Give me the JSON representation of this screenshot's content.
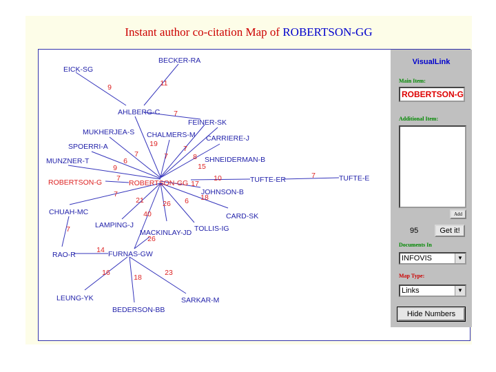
{
  "title": {
    "prefix": "Instant author co-citation Map of",
    "focus": "ROBERTSON-GG"
  },
  "map": {
    "nodes": [
      {
        "id": "robertson-gg-center",
        "label": "ROBERTSON-GG",
        "highlight": true
      },
      {
        "id": "eick-sg",
        "label": "EICK-SG"
      },
      {
        "id": "becker-ra",
        "label": "BECKER-RA"
      },
      {
        "id": "ahlberg-c",
        "label": "AHLBERG-C"
      },
      {
        "id": "feiner-sk",
        "label": "FEINER-SK"
      },
      {
        "id": "mukherjea-s",
        "label": "MUKHERJEA-S"
      },
      {
        "id": "chalmers-m",
        "label": "CHALMERS-M"
      },
      {
        "id": "carriere-j",
        "label": "CARRIERE-J"
      },
      {
        "id": "spoerri-a",
        "label": "SPOERRI-A"
      },
      {
        "id": "shneiderman-b",
        "label": "SHNEIDERMAN-B"
      },
      {
        "id": "munzner-t",
        "label": "MUNZNER-T"
      },
      {
        "id": "robertson-g",
        "label": "ROBERTSON-G",
        "highlight": true
      },
      {
        "id": "tufte-er",
        "label": "TUFTE-ER"
      },
      {
        "id": "tufte-e",
        "label": "TUFTE-E"
      },
      {
        "id": "johnson-b",
        "label": "JOHNSON-B"
      },
      {
        "id": "chuah-mc",
        "label": "CHUAH-MC"
      },
      {
        "id": "card-sk",
        "label": "CARD-SK"
      },
      {
        "id": "lamping-j",
        "label": "LAMPING-J"
      },
      {
        "id": "mackinlay-jd",
        "label": "MACKINLAY-JD"
      },
      {
        "id": "tollis-ig",
        "label": "TOLLIS-IG"
      },
      {
        "id": "rao-r",
        "label": "RAO-R"
      },
      {
        "id": "furnas-gw",
        "label": "FURNAS-GW"
      },
      {
        "id": "leung-yk",
        "label": "LEUNG-YK"
      },
      {
        "id": "bederson-bb",
        "label": "BEDERSON-BB"
      },
      {
        "id": "sarkar-m",
        "label": "SARKAR-M"
      }
    ],
    "edges": [
      {
        "id": "eick-ahlberg",
        "value": "9"
      },
      {
        "id": "becker-ahlberg",
        "value": "11"
      },
      {
        "id": "ahlberg-feiner",
        "value": "7"
      },
      {
        "id": "ahlberg-center",
        "value": "19"
      },
      {
        "id": "mukherjea-center",
        "value": "7"
      },
      {
        "id": "chalmers-center",
        "value": "7"
      },
      {
        "id": "carriere-center",
        "value": "7"
      },
      {
        "id": "spoerri-center",
        "value": "6"
      },
      {
        "id": "shneiderman-center",
        "value": "8"
      },
      {
        "id": "munzner-center",
        "value": "9"
      },
      {
        "id": "feiner-center",
        "value": "15"
      },
      {
        "id": "robertsong-center",
        "value": "7"
      },
      {
        "id": "tufteer-center",
        "value": "10"
      },
      {
        "id": "tufteer-tuftee",
        "value": "7"
      },
      {
        "id": "johnson-center",
        "value": "17"
      },
      {
        "id": "card-center",
        "value": "18"
      },
      {
        "id": "chuah-center",
        "value": "7"
      },
      {
        "id": "tollis-center",
        "value": "6"
      },
      {
        "id": "lamping-center",
        "value": "21"
      },
      {
        "id": "mackinlay-center",
        "value": "26"
      },
      {
        "id": "furnas-center",
        "value": "40"
      },
      {
        "id": "chuah-rao",
        "value": "7"
      },
      {
        "id": "mackinlay-furnas",
        "value": "26"
      },
      {
        "id": "rao-furnas",
        "value": "14"
      },
      {
        "id": "furnas-leung",
        "value": "16"
      },
      {
        "id": "furnas-bederson",
        "value": "18"
      },
      {
        "id": "furnas-sarkar",
        "value": "23"
      }
    ]
  },
  "sidebar": {
    "title": "VisualLink",
    "main_item_label": "Main Item:",
    "main_item_value": "ROBERTSON-G",
    "additional_items_label": "Additional Item:",
    "add_button": "Add",
    "count": "95",
    "get_button": "Get it!",
    "documents_label": "Documents In",
    "documents_value": "INFOVIS",
    "map_type_label": "Map Type:",
    "map_type_value": "Links",
    "hide_numbers_button": "Hide Numbers"
  },
  "colors": {
    "node": "#2222aa",
    "highlight": "#dd2222",
    "edge": "#3333bb",
    "background": "#fdfde8",
    "panel": "#c0c0c0"
  }
}
